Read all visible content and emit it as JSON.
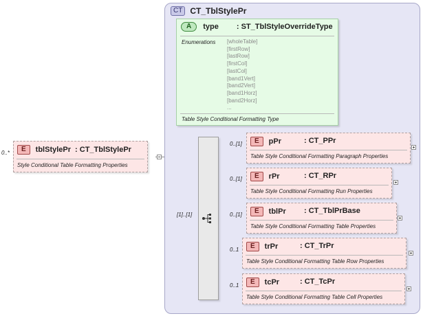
{
  "root_element": {
    "occurs": "0..*",
    "badge": "E",
    "name": "tblStylePr",
    "type": ": CT_TblStylePr",
    "doc": "Style Conditional Table Formatting Properties"
  },
  "complex_type": {
    "badge": "CT",
    "name": "CT_TblStylePr"
  },
  "attribute": {
    "badge": "A",
    "name": "type",
    "type": ": ST_TblStyleOverrideType",
    "enum_label": "Enumerations",
    "enumerations": [
      "[wholeTable]",
      "[firstRow]",
      "[lastRow]",
      "[firstCol]",
      "[lastCol]",
      "[band1Vert]",
      "[band2Vert]",
      "[band1Horz]",
      "[band2Horz]",
      "..."
    ],
    "doc": "Table Style Conditional Formatting Type"
  },
  "sequence": {
    "occurs": "[1]..[1]"
  },
  "children": [
    {
      "occurs": "0..[1]",
      "badge": "E",
      "name": "pPr",
      "type": ": CT_PPr",
      "doc": "Table Style Conditional Formatting Paragraph Properties"
    },
    {
      "occurs": "0..[1]",
      "badge": "E",
      "name": "rPr",
      "type": ": CT_RPr",
      "doc": "Table Style Conditional Formatting Run Properties"
    },
    {
      "occurs": "0..[1]",
      "badge": "E",
      "name": "tblPr",
      "type": ": CT_TblPrBase",
      "doc": "Table Style Conditional Formatting Table Properties"
    },
    {
      "occurs": "0..1",
      "badge": "E",
      "name": "trPr",
      "type": ": CT_TrPr",
      "doc": "Table Style Conditional Formatting Table Row Properties"
    },
    {
      "occurs": "0..1",
      "badge": "E",
      "name": "tcPr",
      "type": ": CT_TcPr",
      "doc": "Table Style Conditional Formatting Table Cell Properties"
    }
  ],
  "colors": {
    "complex_type_fill": "#e6e6f5",
    "attribute_fill": "#e6fbe6",
    "element_fill": "#fde6e6",
    "sequence_fill": "#e9e9e9"
  }
}
